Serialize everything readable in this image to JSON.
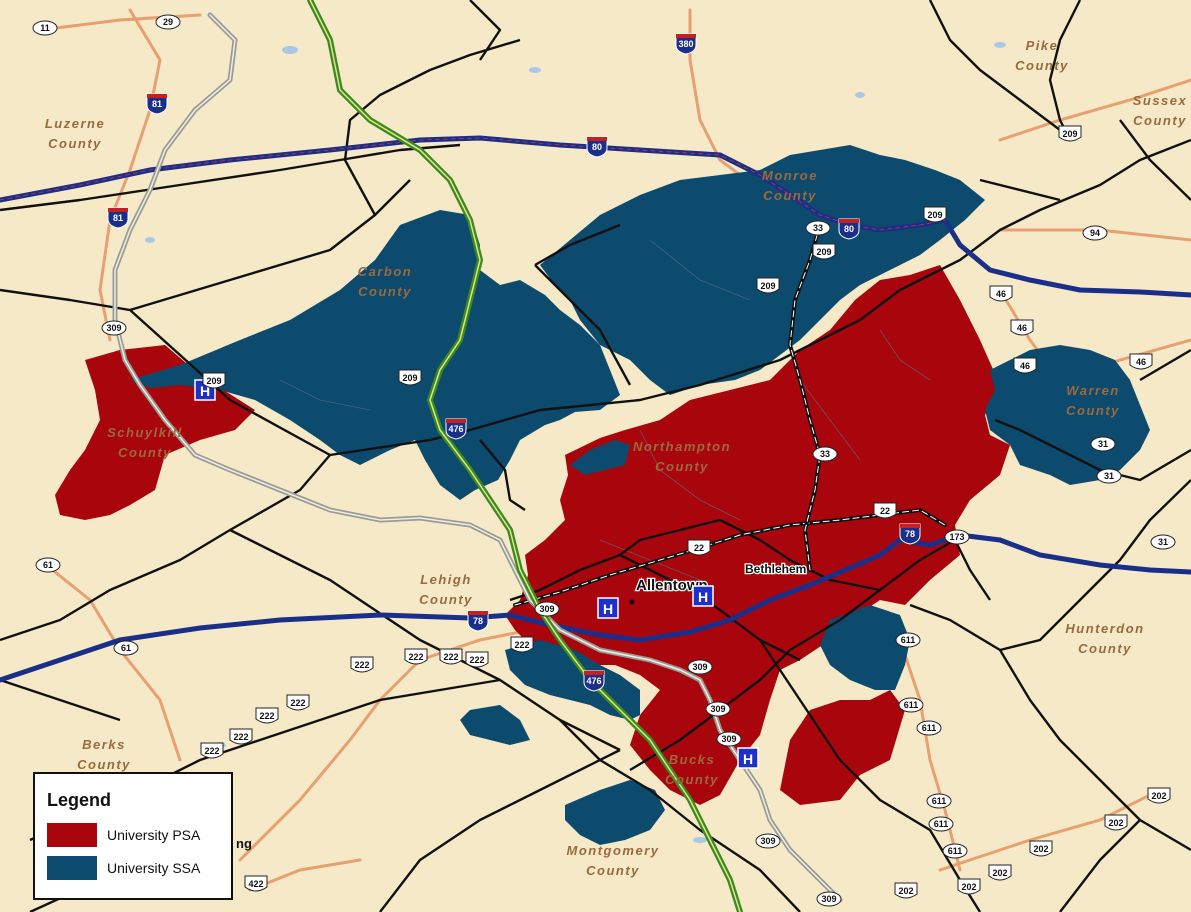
{
  "colors": {
    "background": "#f5e9c8",
    "psa": "#a8060c",
    "ssa": "#0c4a6e",
    "county_border": "#111111",
    "interstate": "#1a2f8a",
    "highway": "#e9a070",
    "green_route": "#3a8a22"
  },
  "counties": {
    "luzerne": "Luzerne County",
    "pike": "Pike County",
    "sussex": "Sussex County",
    "monroe": "Monroe County",
    "carbon": "Carbon County",
    "schuylkill": "Schuylkill County",
    "northampton": "Northampton County",
    "warren": "Warren County",
    "lehigh": "Lehigh County",
    "hunterdon": "Hunterdon County",
    "berks": "Berks County",
    "bucks": "Bucks County",
    "montgomery": "Montgomery County"
  },
  "cities": {
    "allentown": "Allentown",
    "bethlehem": "Bethlehem"
  },
  "stray_text": "ng",
  "hospital_symbol": "H",
  "shields": {
    "r11": "11",
    "r29": "29",
    "i380": "380",
    "i81a": "81",
    "i81b": "81",
    "i80a": "80",
    "i80b": "80",
    "r209a": "209",
    "r209b": "209",
    "r209c": "209",
    "r209d": "209",
    "r209e": "209",
    "r209f": "209",
    "r33a": "33",
    "r33b": "33",
    "r94": "94",
    "r46a": "46",
    "r46b": "46",
    "r46c": "46",
    "r46d": "46",
    "r309a": "309",
    "r309b": "309",
    "r309c": "309",
    "r309d": "309",
    "r309e": "309",
    "r309f": "309",
    "r309g": "309",
    "i476a": "476",
    "i476b": "476",
    "r31a": "31",
    "r31b": "31",
    "r31c": "31",
    "r22a": "22",
    "r22b": "22",
    "i78a": "78",
    "i78b": "78",
    "r173": "173",
    "r61a": "61",
    "r61b": "61",
    "r222a": "222",
    "r222b": "222",
    "r222c": "222",
    "r222d": "222",
    "r222e": "222",
    "r222f": "222",
    "r222g": "222",
    "r222h": "222",
    "r222i": "222",
    "r611a": "611",
    "r611b": "611",
    "r611c": "611",
    "r611d": "611",
    "r611e": "611",
    "r611f": "611",
    "r202a": "202",
    "r202b": "202",
    "r202c": "202",
    "r202d": "202",
    "r202e": "202",
    "r202f": "202",
    "r422": "422"
  },
  "legend": {
    "title": "Legend",
    "items": [
      {
        "label": "University PSA",
        "color": "#a8060c"
      },
      {
        "label": "University SSA",
        "color": "#0c4a6e"
      }
    ]
  }
}
